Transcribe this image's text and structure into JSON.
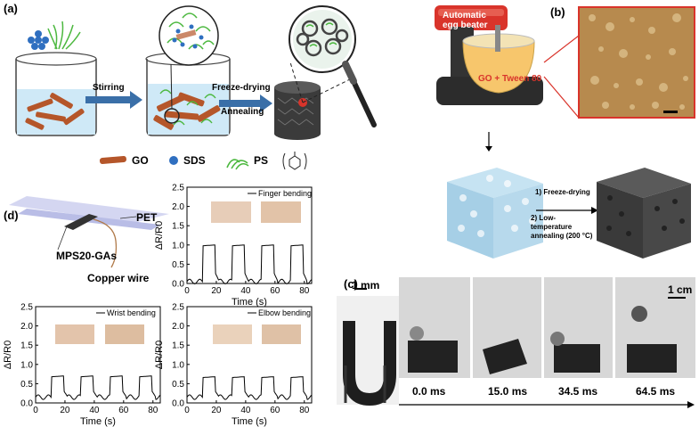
{
  "panels": {
    "a": {
      "label": "(a)",
      "step1": "Stirring",
      "step2a": "Freeze-drying",
      "step2b": "Annealing",
      "legend": {
        "go": "GO",
        "sds": "SDS",
        "ps": "PS"
      }
    },
    "b": {
      "label": "(b)",
      "mixer_text": "Automatic egg beater",
      "bowl_text": "GO + Tween 80",
      "step1": "1) Freeze-drying",
      "step2": "2) Low-temperature annealing (200 °C)"
    },
    "c": {
      "label": "(c)",
      "scale_left": "1 mm",
      "scale_right": "1 cm",
      "times": [
        "0.0 ms",
        "15.0 ms",
        "34.5 ms",
        "64.5 ms"
      ]
    },
    "d": {
      "label": "(d)",
      "pet_label": "PET",
      "device_label": "MPS20-GAs",
      "wire_label": "Copper wire"
    }
  },
  "colors": {
    "go_brown": "#b5562a",
    "sds_blue": "#2f6fc0",
    "ps_green": "#4cb83f",
    "arrow_blue": "#3a6fa8",
    "mixer_red": "#d9342b"
  },
  "chart_data": [
    {
      "type": "line",
      "legend": "Finger bending",
      "xlabel": "Time (s)",
      "ylabel": "ΔR/R0",
      "xlim": [
        0,
        85
      ],
      "ylim": [
        0,
        2.5
      ],
      "xticks": [
        0,
        20,
        40,
        60,
        80
      ],
      "yticks": [
        0.0,
        0.5,
        1.0,
        1.5,
        2.0,
        2.5
      ],
      "baseline": 0.05,
      "peak": 1.0,
      "pulses": [
        [
          11,
          19
        ],
        [
          31,
          39
        ],
        [
          51,
          59
        ],
        [
          71,
          79
        ]
      ]
    },
    {
      "type": "line",
      "legend": "Wrist bending",
      "xlabel": "Time (s)",
      "ylabel": "ΔR/R0",
      "xlim": [
        0,
        85
      ],
      "ylim": [
        0,
        2.5
      ],
      "xticks": [
        0,
        20,
        40,
        60,
        80
      ],
      "yticks": [
        0.0,
        0.5,
        1.0,
        1.5,
        2.0,
        2.5
      ],
      "baseline": 0.15,
      "peak": 0.7,
      "pulses": [
        [
          11,
          19
        ],
        [
          31,
          39
        ],
        [
          51,
          59
        ],
        [
          71,
          79
        ]
      ]
    },
    {
      "type": "line",
      "legend": "Elbow bending",
      "xlabel": "Time (s)",
      "ylabel": "ΔR/R0",
      "xlim": [
        0,
        85
      ],
      "ylim": [
        0,
        2.5
      ],
      "xticks": [
        0,
        20,
        40,
        60,
        80
      ],
      "yticks": [
        0.0,
        0.5,
        1.0,
        1.5,
        2.0,
        2.5
      ],
      "baseline": 0.15,
      "peak": 0.68,
      "pulses": [
        [
          11,
          19
        ],
        [
          31,
          39
        ],
        [
          51,
          59
        ],
        [
          71,
          79
        ]
      ]
    }
  ]
}
